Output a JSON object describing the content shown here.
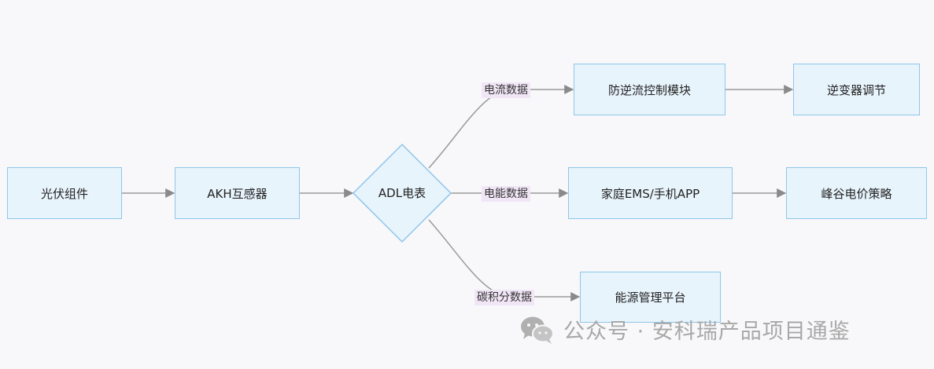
{
  "nodes": {
    "pv_modules": "光伏组件",
    "akh_transformer": "AKH互感器",
    "adl_meter": "ADL电表",
    "anti_backflow": "防逆流控制模块",
    "inverter_adjust": "逆变器调节",
    "home_ems": "家庭EMS/手机APP",
    "peak_valley": "峰谷电价策略",
    "energy_platform": "能源管理平台"
  },
  "edge_labels": {
    "current_data": "电流数据",
    "energy_data": "电能数据",
    "carbon_data": "碳积分数据"
  },
  "watermark": {
    "text": "公众号 · 安科瑞产品项目通鉴",
    "icon": "wechat-icon"
  },
  "colors": {
    "node_fill": "#e8f4fc",
    "node_border": "#8ec6ea",
    "edge": "#9a9a9a",
    "label_bg": "#f1e6f6"
  }
}
